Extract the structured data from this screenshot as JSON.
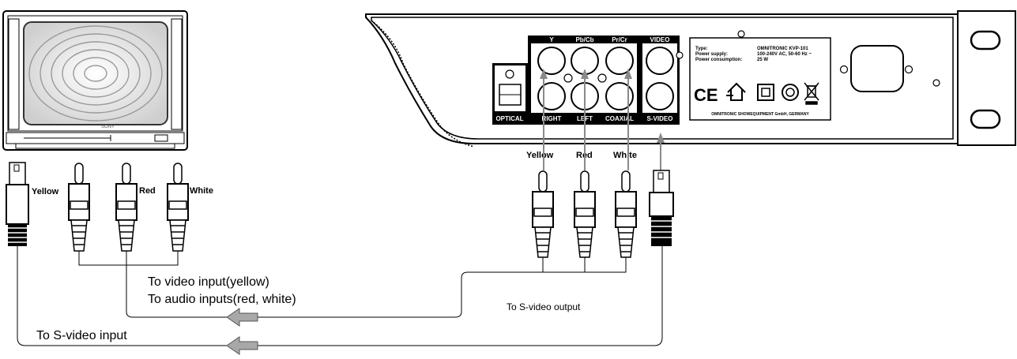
{
  "tv": {
    "brand": "SONY"
  },
  "tv_side": {
    "label_yellow": "Yellow",
    "label_red": "Red",
    "label_white": "White"
  },
  "player_side": {
    "label_yellow": "Yellow",
    "label_red": "Red",
    "label_white": "White"
  },
  "panel": {
    "port_y": "Y",
    "port_pb": "Pb/Cb",
    "port_pr": "Pr/Cr",
    "port_video": "VIDEO",
    "label_optical": "OPTICAL",
    "label_right": "RIGHT",
    "label_left": "LEFT",
    "label_coaxial": "COAXIAL",
    "label_svideo": "S-VIDEO"
  },
  "specs": {
    "type_key": "Type:",
    "type_val": "OMNITRONIC KVP-101",
    "supply_key": "Power supply:",
    "supply_val": "100-240V AC, 50-60 Hz ~",
    "consumption_key": "Power consumption:",
    "consumption_val": "25 W",
    "manufacturer": "OMNITRONIC SHOWEQUIPMENT GmbH, GERMANY",
    "ce_mark": "CE"
  },
  "captions": {
    "to_video_input": "To video input(yellow)",
    "to_audio_inputs": "To audio inputs(red, white)",
    "to_svideo_output": "To S-video output",
    "to_svideo_input": "To S-video input"
  }
}
